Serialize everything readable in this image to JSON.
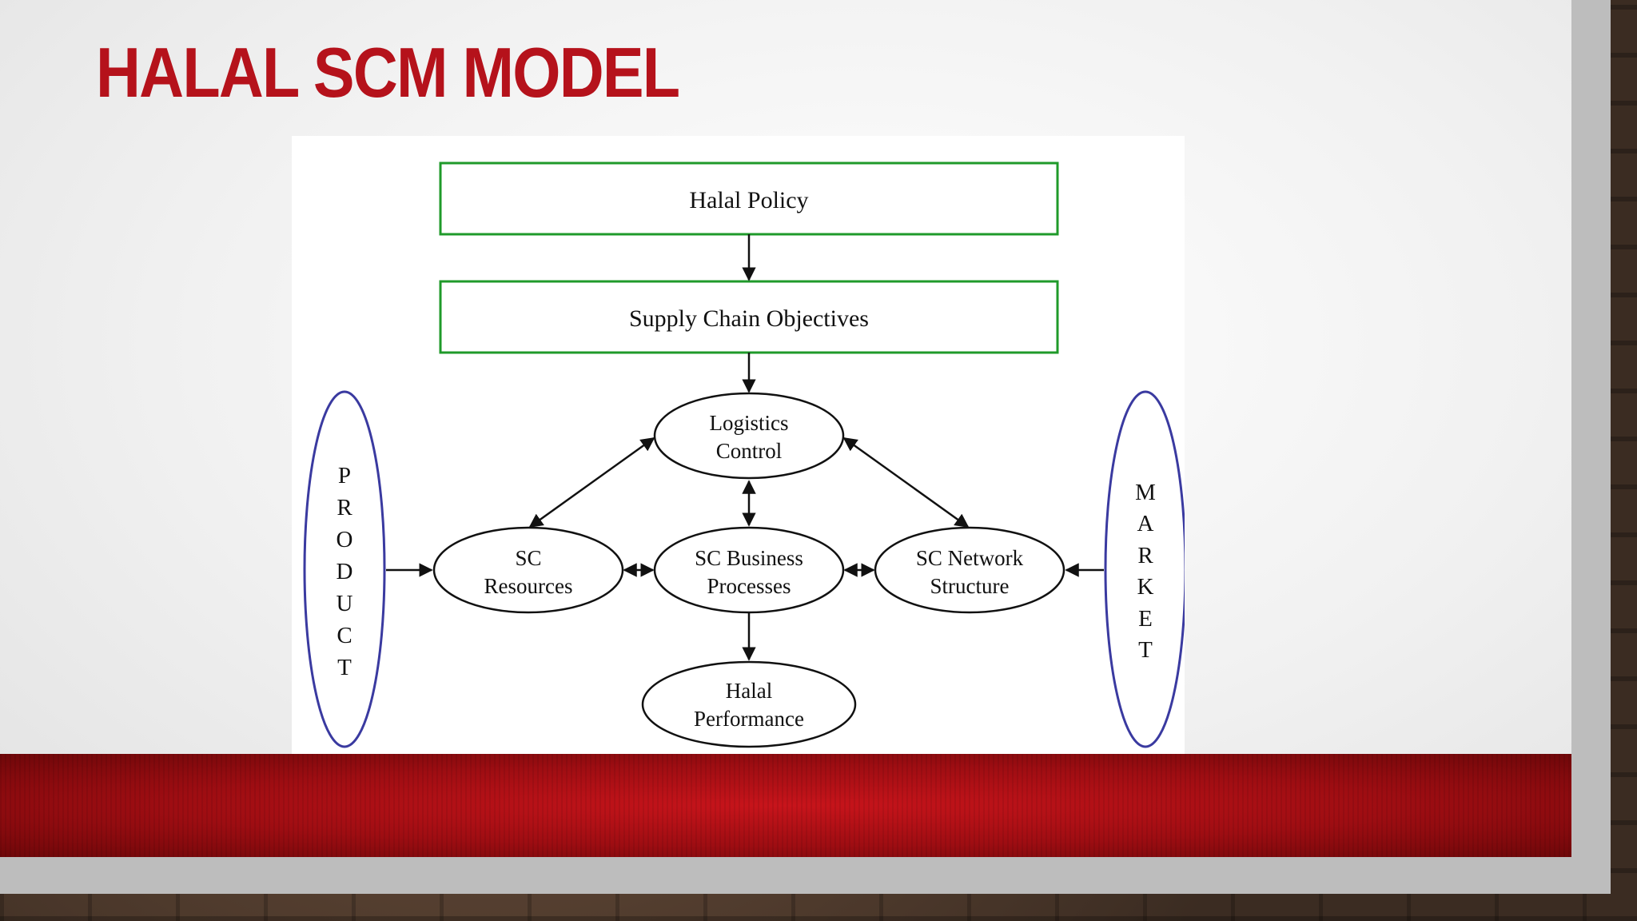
{
  "slide": {
    "title": "HALAL SCM MODEL"
  },
  "diagram": {
    "halal_policy": "Halal Policy",
    "sc_objectives": "Supply Chain Objectives",
    "logistics_control": [
      "Logistics",
      "Control"
    ],
    "sc_resources": [
      "SC",
      "Resources"
    ],
    "sc_business_processes": [
      "SC Business",
      "Processes"
    ],
    "sc_network_structure": [
      "SC Network",
      "Structure"
    ],
    "halal_performance": [
      "Halal",
      "Performance"
    ],
    "product_letters": [
      "P",
      "R",
      "O",
      "D",
      "U",
      "C",
      "T"
    ],
    "market_letters": [
      "M",
      "A",
      "R",
      "K",
      "E",
      "T"
    ]
  },
  "colors": {
    "title": "#b5121b",
    "box_border": "#1f9a2a",
    "side_ellipse": "#3a3aa0",
    "band": "#b0101a"
  }
}
